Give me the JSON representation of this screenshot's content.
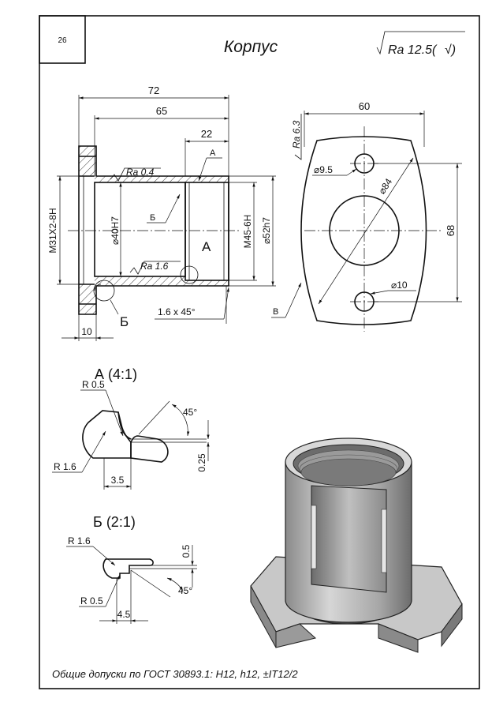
{
  "sheet": {
    "page_number": "26",
    "title": "Корпус",
    "roughness_general_symbol": "√",
    "roughness_general_text": "Ra 12.5(",
    "roughness_general_tail": "√)",
    "footer_note": "Общие допуски по ГОСТ 30893.1: H12, h12, ±IT12/2"
  },
  "section_view": {
    "dim_overall_length": "72",
    "dim_length_65": "65",
    "dim_thread_depth": "22",
    "dim_flange_width": "10",
    "chamfer": "1.6 x 45°",
    "bore_diameter": "⌀40H7",
    "outer_diameter": "⌀52h7",
    "inner_thread": "M45-6H",
    "outer_thread": "M31X2-8H",
    "roughness_bore": "Ra 0.4",
    "roughness_face": "Ra 1.6",
    "leader_a": "А",
    "leader_b": "Б",
    "detail_a_mark": "А",
    "detail_b_mark": "Б"
  },
  "end_view": {
    "dim_width": "60",
    "dim_height": "68",
    "hole_small": "⌀9.5",
    "pcd": "⌀84",
    "hole_10": "⌀10",
    "roughness_face": "Ra 6.3",
    "leader_b": "В"
  },
  "detail_a": {
    "title": "А (4:1)",
    "r_small": "R 0.5",
    "r_large": "R 1.6",
    "angle": "45°",
    "dim_width": "3.5",
    "dim_height": "0.25"
  },
  "detail_b": {
    "title": "Б (2:1)",
    "r_large": "R 1.6",
    "r_small": "R 0.5",
    "angle": "45°",
    "dim_width": "4.5",
    "dim_height": "0.5"
  },
  "iso_view": {
    "shade_colors": [
      "#8a8a8a",
      "#b8b8b8",
      "#d6d6d6",
      "#6c6c6c"
    ]
  }
}
